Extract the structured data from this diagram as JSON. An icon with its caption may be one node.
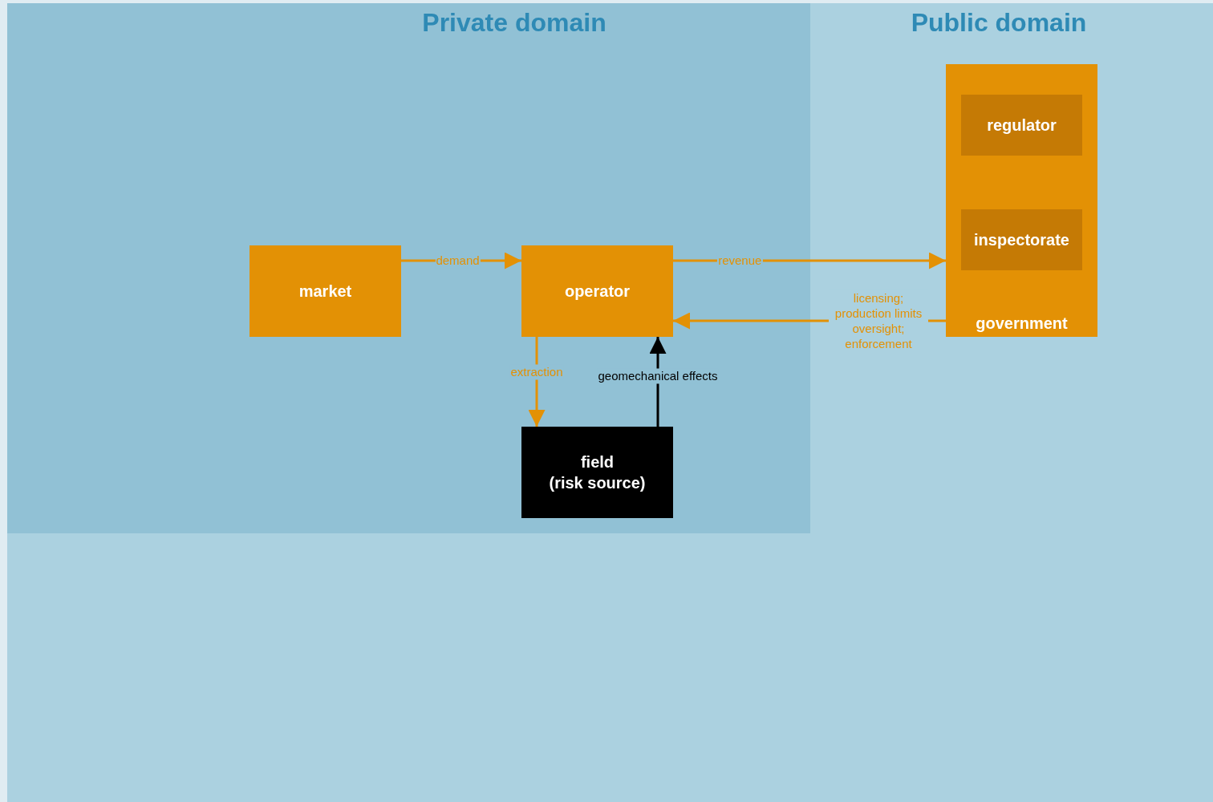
{
  "diagram": {
    "nodes": [
      {
        "text": [
          "Public domain"
        ]
      },
      {
        "text": [
          "Private domain"
        ],
        "in": 0
      },
      {
        "text": [
          "market"
        ],
        "in": 1
      },
      {
        "text": [
          "operator"
        ],
        "in": 1
      },
      {
        "text": [
          "government"
        ],
        "in": 0
      },
      {
        "text": [
          "regulator"
        ],
        "in": 4
      },
      {
        "text": [
          "inspectorate"
        ],
        "in": 4
      },
      {
        "text": [
          "field (risk source)"
        ],
        "in": 1
      }
    ],
    "edges": [
      {
        "from": 2,
        "to": 3,
        "arrow": "to",
        "label": "demand"
      },
      {
        "from": 3,
        "to": 4,
        "arrow": "to",
        "label": "revenue"
      },
      {
        "from": 4,
        "to": 3,
        "arrow": "to",
        "label": "licensing; production limits oversight; enforcement"
      },
      {
        "from": 3,
        "to": 7,
        "arrow": "to",
        "label": "extraction"
      },
      {
        "from": 7,
        "to": 3,
        "arrow": "to",
        "label": "geomechanical effects",
        "color": "#000000"
      }
    ]
  }
}
